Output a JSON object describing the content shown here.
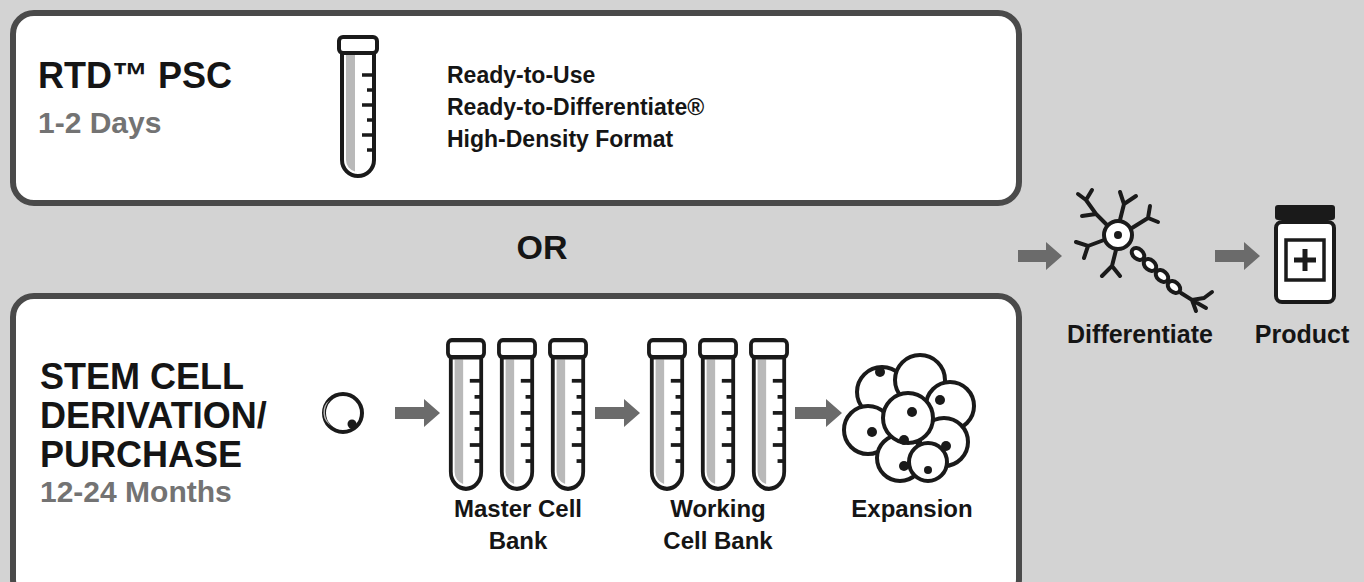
{
  "diagram": {
    "nodes": [
      {
        "text": [
          "RTD™ PSC",
          "1-2 Days",
          "Ready-to-Use",
          "Ready-to-Differentiate®",
          "High-Density Format"
        ]
      },
      {
        "text": [
          "STEM CELL DERIVATION/ PURCHASE",
          "12-24 Months"
        ]
      }
    ],
    "labels": [
      "OR",
      "Master Cell Bank",
      "Working Cell Bank",
      "Expansion",
      "Differentiate",
      "Product"
    ]
  }
}
